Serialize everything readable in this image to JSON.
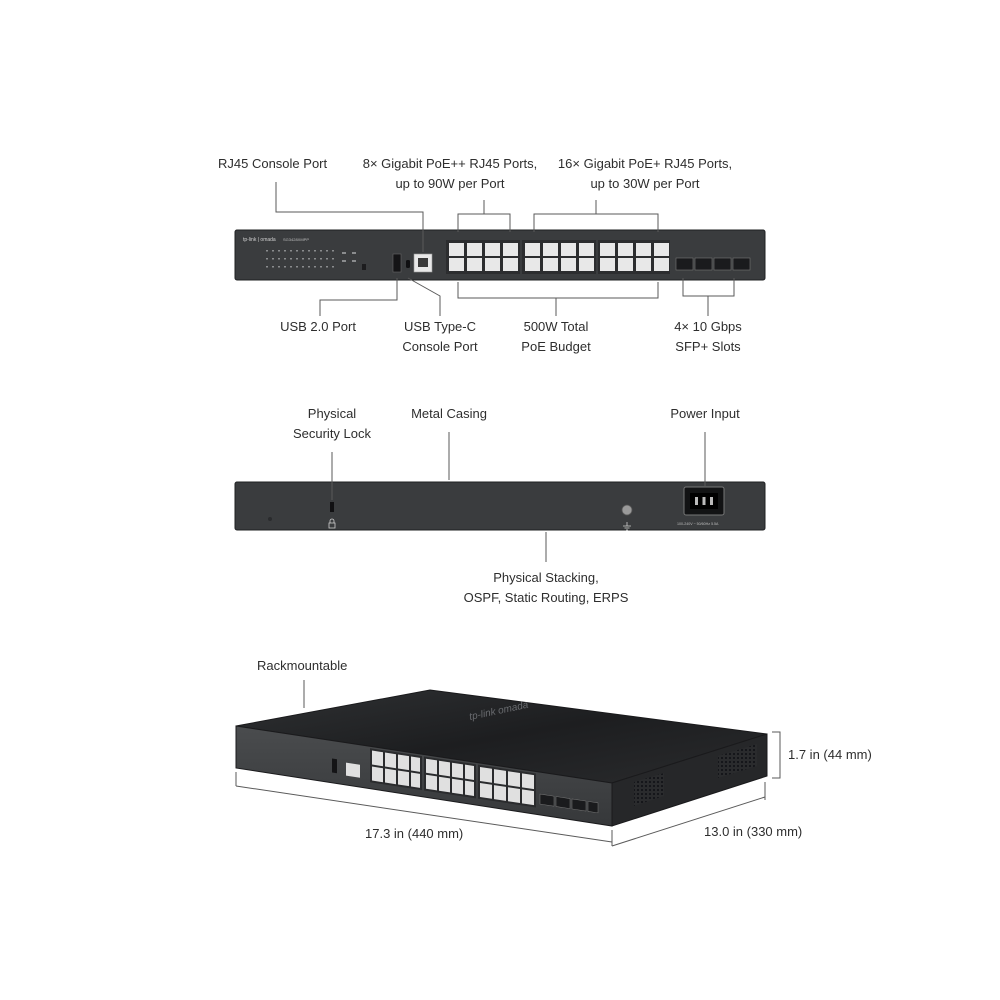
{
  "front_view": {
    "labels": {
      "rj45_console": "RJ45 Console Port",
      "poe_plus_plus_line1": "8× Gigabit PoE++ RJ45 Ports,",
      "poe_plus_plus_line2": "up to 90W per Port",
      "poe_plus_line1": "16× Gigabit PoE+ RJ45 Ports,",
      "poe_plus_line2": "up to 30W per Port",
      "usb2": "USB 2.0 Port",
      "usbc_line1": "USB Type-C",
      "usbc_line2": "Console Port",
      "poe_budget_line1": "500W Total",
      "poe_budget_line2": "PoE Budget",
      "sfp_line1": "4× 10 Gbps",
      "sfp_line2": "SFP+ Slots"
    },
    "brand_marks": "tp-link | omada",
    "model_text": "SG3428XMPP"
  },
  "rear_view": {
    "labels": {
      "security_lock_line1": "Physical",
      "security_lock_line2": "Security Lock",
      "metal_casing": "Metal Casing",
      "power_input": "Power Input",
      "features_line1": "Physical Stacking,",
      "features_line2": "OSPF, Static Routing, ERPS"
    },
    "power_rating": "100-240V ~ 50/60Hz 5.5A"
  },
  "perspective_view": {
    "labels": {
      "rackmountable": "Rackmountable",
      "height": "1.7 in (44 mm)",
      "width": "17.3 in (440 mm)",
      "depth": "13.0  in (330 mm)"
    },
    "top_logo": "tp-link omada"
  },
  "colors": {
    "chassis": "#3a3c3e",
    "chassis_dark": "#2a2b2d",
    "port": "#e8e8e8",
    "line": "#5a5a5a"
  }
}
